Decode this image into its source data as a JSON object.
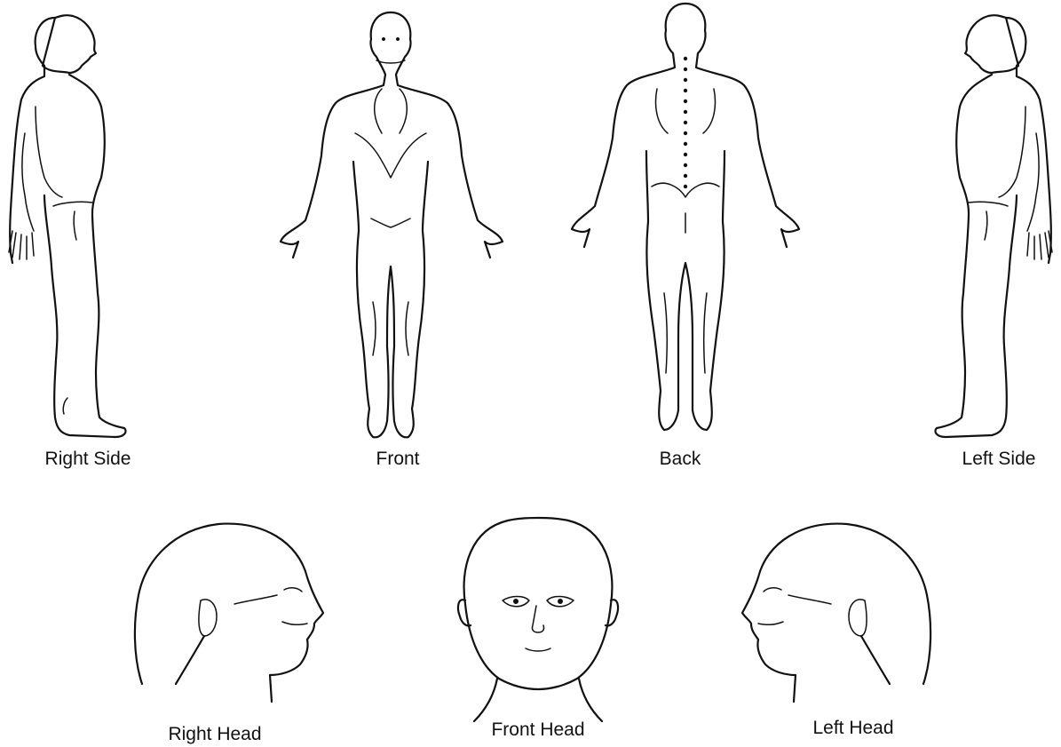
{
  "views": {
    "right_side": "Right Side",
    "front": "Front",
    "back": "Back",
    "left_side": "Left Side",
    "right_head": "Right Head",
    "front_head": "Front Head",
    "left_head": "Left Head"
  }
}
